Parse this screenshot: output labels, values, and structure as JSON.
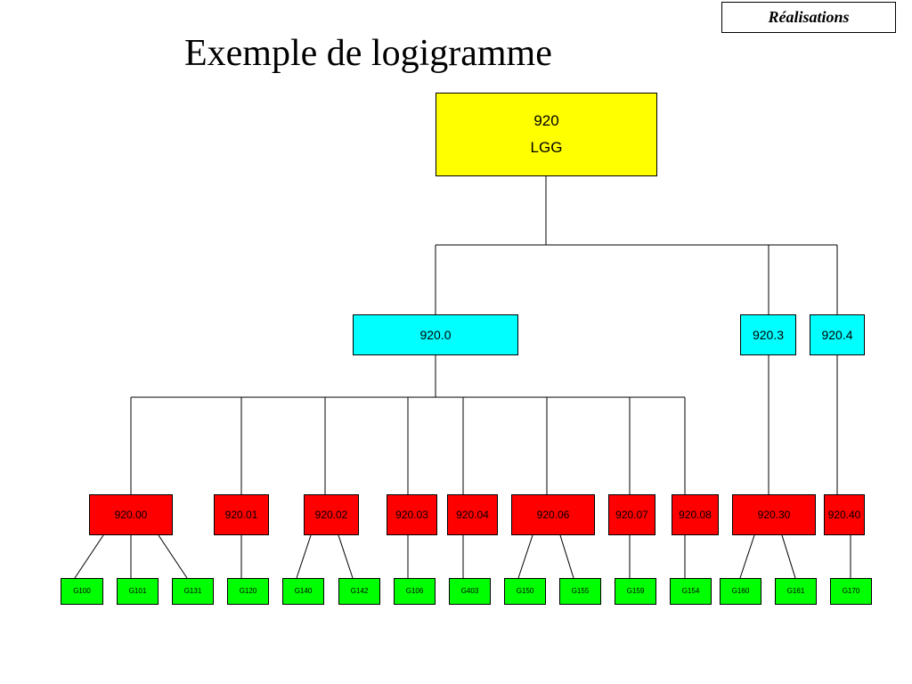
{
  "header": {
    "tag": "Réalisations",
    "title": "Exemple de logigramme"
  },
  "colors": {
    "root": "#ffff00",
    "level1": "#00ffff",
    "level2": "#ff0000",
    "level3": "#00ff00"
  },
  "root": {
    "code": "920",
    "label": "LGG"
  },
  "level1": [
    "920.0",
    "920.3",
    "920.4"
  ],
  "level2": [
    "920.00",
    "920.01",
    "920.02",
    "920.03",
    "920.04",
    "920.06",
    "920.07",
    "920.08",
    "920.30",
    "920.40"
  ],
  "level3": [
    "G100",
    "G101",
    "G131",
    "G120",
    "G140",
    "G142",
    "G106",
    "G403",
    "G150",
    "G155",
    "G159",
    "G154",
    "G160",
    "G161",
    "G170"
  ]
}
